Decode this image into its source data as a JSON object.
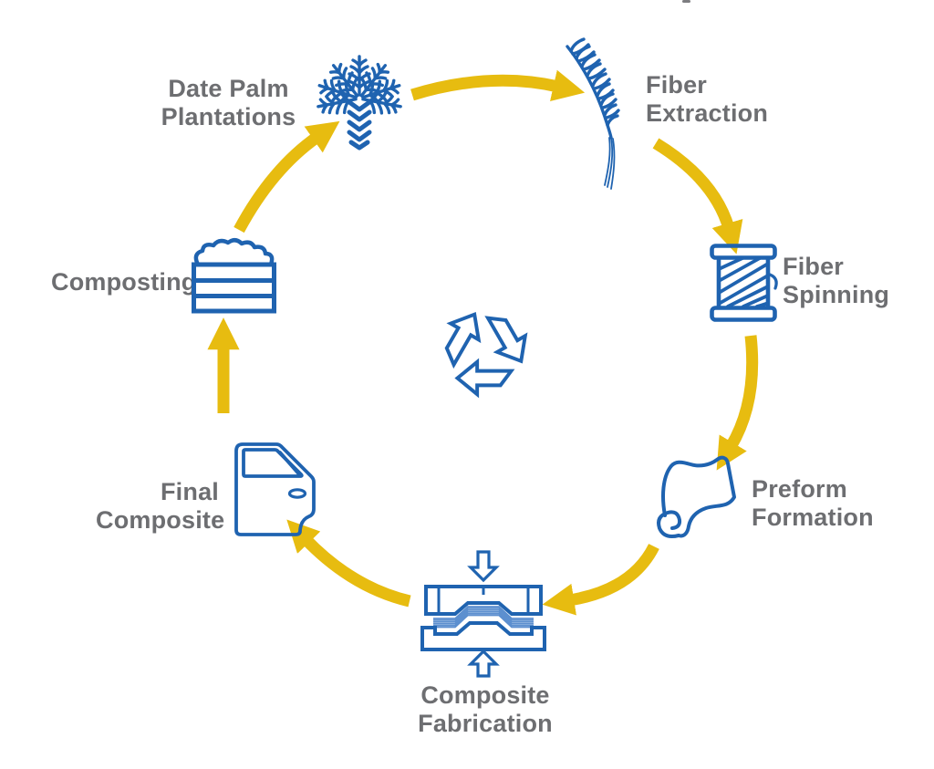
{
  "colors": {
    "icon_blue": "#1F63B0",
    "layer_blue": "#5C8FCF",
    "arrow_yellow": "#E7BC10",
    "label_gray": "#6D6E71",
    "background": "#FFFFFF"
  },
  "diagram": {
    "type": "circular-lifecycle",
    "center": {
      "icon": "recycling-symbol"
    },
    "stages": [
      {
        "name": "date-palm-plantations",
        "line1": "Date Palm",
        "line2": "Plantations",
        "icon": "palm-tree-icon"
      },
      {
        "name": "fiber-extraction",
        "line1": "Fiber",
        "line2": "Extraction",
        "icon": "palm-frond-icon"
      },
      {
        "name": "fiber-spinning",
        "line1": "Fiber",
        "line2": "Spinning",
        "icon": "thread-spool-icon"
      },
      {
        "name": "preform-formation",
        "line1": "Preform",
        "line2": "Formation",
        "icon": "fabric-roll-icon"
      },
      {
        "name": "composite-fabrication",
        "line1": "Composite",
        "line2": "Fabrication",
        "icon": "compression-molding-icon"
      },
      {
        "name": "final-composite",
        "line1": "Final",
        "line2": "Composite",
        "icon": "car-door-icon"
      },
      {
        "name": "composting",
        "line1": "Composting",
        "icon": "compost-bin-icon"
      }
    ],
    "arrows": [
      {
        "from": "date-palm-plantations",
        "to": "fiber-extraction"
      },
      {
        "from": "fiber-extraction",
        "to": "fiber-spinning"
      },
      {
        "from": "fiber-spinning",
        "to": "preform-formation"
      },
      {
        "from": "preform-formation",
        "to": "composite-fabrication"
      },
      {
        "from": "composite-fabrication",
        "to": "final-composite"
      },
      {
        "from": "final-composite",
        "to": "composting"
      },
      {
        "from": "composting",
        "to": "date-palm-plantations"
      }
    ]
  }
}
